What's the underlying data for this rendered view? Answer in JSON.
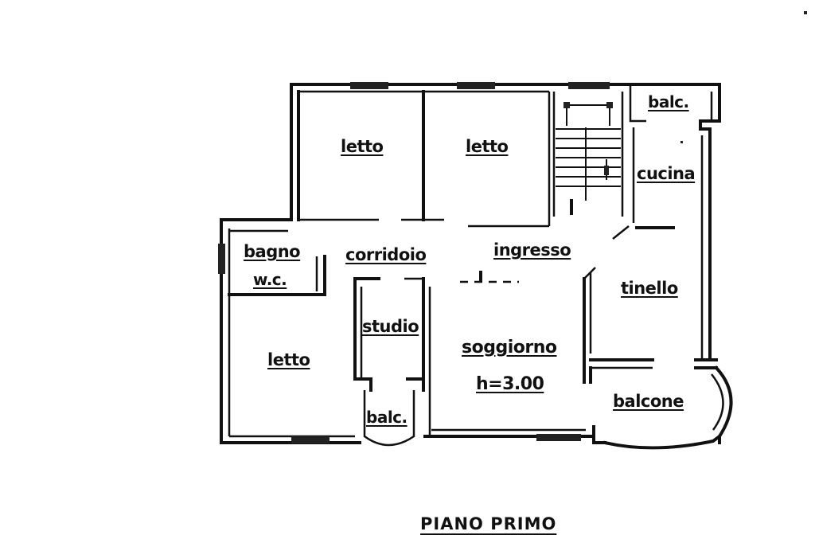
{
  "plan": {
    "rooms": {
      "letto_1": "letto",
      "letto_2": "letto",
      "letto_3": "letto",
      "balc_top": "balc.",
      "cucina": "cucina",
      "bagno": "bagno",
      "wc": "w.c.",
      "corridoio": "corridoio",
      "ingresso": "ingresso",
      "tinello": "tinello",
      "studio": "studio",
      "soggiorno": "soggiorno",
      "height": "h=3.00",
      "balc_bottom": "balc.",
      "balcone": "balcone"
    },
    "title": "PIANO PRIMO"
  },
  "colors": {
    "ink": "#111111",
    "paper": "#ffffff"
  }
}
